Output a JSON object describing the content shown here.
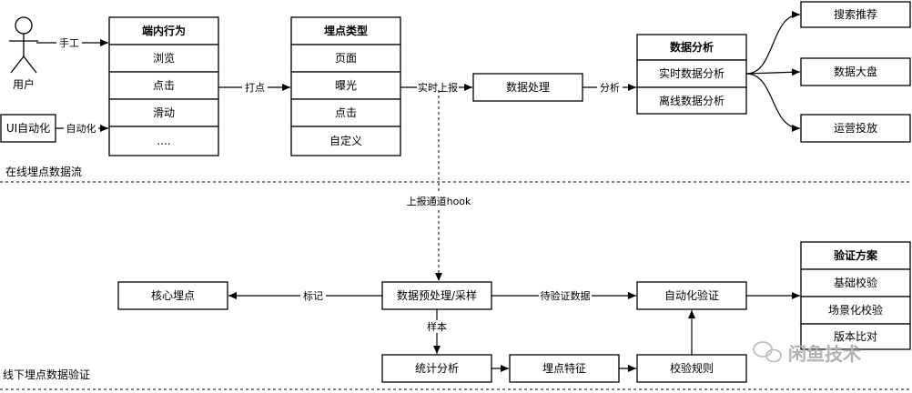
{
  "actor": {
    "label": "用户"
  },
  "ui_auto": {
    "label": "UI自动化"
  },
  "client_behavior": {
    "title": "端内行为",
    "items": [
      "浏览",
      "点击",
      "滑动",
      "...."
    ]
  },
  "track_types": {
    "title": "埋点类型",
    "items": [
      "页面",
      "曝光",
      "点击",
      "自定义"
    ]
  },
  "data_processing": {
    "label": "数据处理"
  },
  "data_analysis": {
    "title": "数据分析",
    "items": [
      "实时数据分析",
      "离线数据分析"
    ]
  },
  "outputs": [
    "搜索推荐",
    "数据大盘",
    "运营投放"
  ],
  "edges": {
    "manual": "手工",
    "automation": "自动化",
    "track": "打点",
    "realtime_report": "实时上报",
    "analyze": "分析",
    "report_hook": "上报通道hook",
    "mark": "标记",
    "sample": "样本",
    "to_verify": "待验证数据"
  },
  "sections": {
    "online": "在线埋点数据流",
    "offline": "线下埋点数据验证"
  },
  "core_tracking": {
    "label": "核心埋点"
  },
  "preprocess": {
    "label": "数据预处理/采样"
  },
  "auto_verify": {
    "label": "自动化验证"
  },
  "verify_plan": {
    "title": "验证方案",
    "items": [
      "基础校验",
      "场景化校验",
      "版本比对"
    ]
  },
  "stat_analysis": {
    "label": "统计分析"
  },
  "track_features": {
    "label": "埋点特征"
  },
  "check_rules": {
    "label": "校验规则"
  },
  "watermark": {
    "text": "闲鱼技术"
  }
}
